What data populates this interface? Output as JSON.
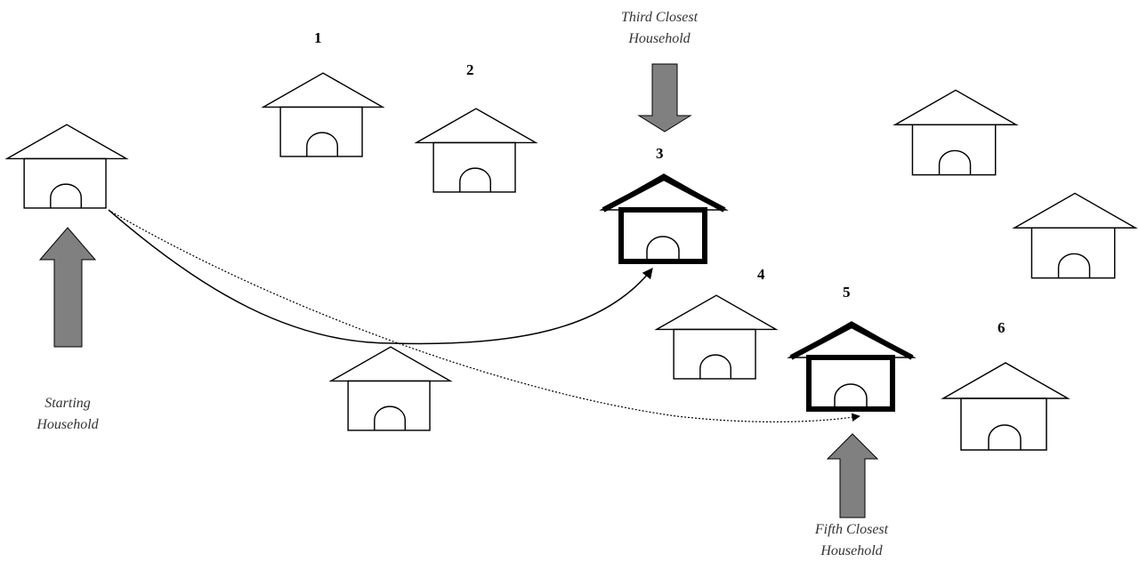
{
  "labels": {
    "h1": "1",
    "h2": "2",
    "h3": "3",
    "h4": "4",
    "h5": "5",
    "h6": "6"
  },
  "captions": {
    "start": [
      "Starting",
      "Household"
    ],
    "third": [
      "Third Closest",
      "Household"
    ],
    "fifth": [
      "Fifth Closest",
      "Household"
    ]
  },
  "colors": {
    "stroke": "#000000",
    "arrow_fill": "#808080",
    "background": "#ffffff"
  },
  "highlighted_households": [
    "3",
    "5"
  ]
}
